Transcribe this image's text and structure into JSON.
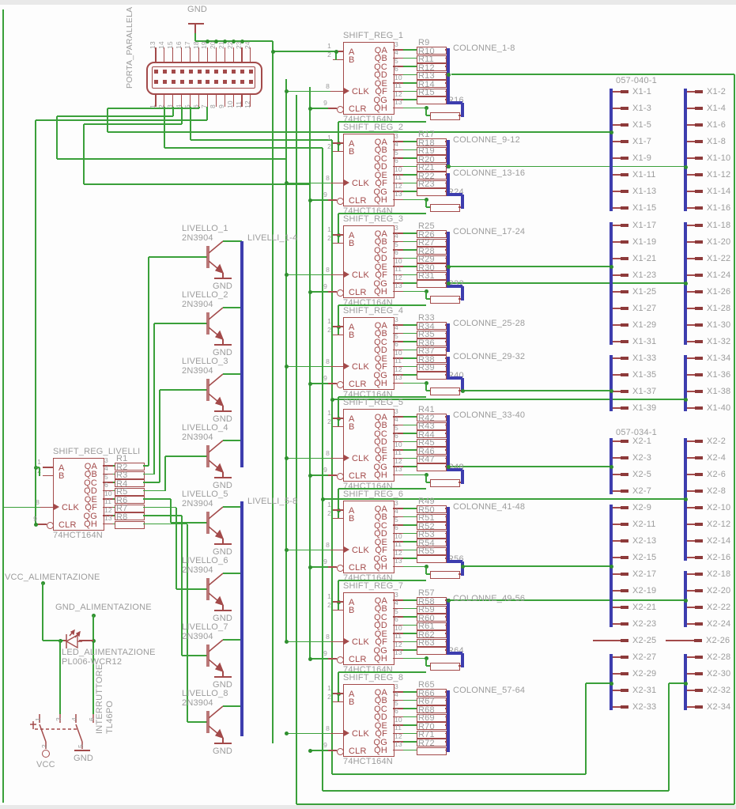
{
  "colors": {
    "wire": "#3aa03a",
    "bus": "#3d3dae",
    "part": "#a34a4a",
    "bar": "#8d3a3a",
    "label": "#9c9c9c",
    "dot": "#2f8f2f",
    "paper": "#fdfdfd"
  },
  "parallel_port": {
    "name": "PORTA_PARALLELA",
    "gnd": "GND",
    "top_pins": [
      "13",
      "14",
      "15",
      "16",
      "17",
      "18",
      "19",
      "20",
      "21",
      "22",
      "23",
      "24"
    ],
    "bottom_pins": [
      "1",
      "2",
      "3",
      "4",
      "5",
      "6",
      "7",
      "8",
      "9",
      "10",
      "11",
      "12"
    ]
  },
  "ic_part": "74HCT164N",
  "ic_pins": {
    "left": [
      {
        "num": "1",
        "name": "A"
      },
      {
        "num": "2",
        "name": "B"
      },
      {
        "num": "8",
        "name": "CLK"
      },
      {
        "num": "9",
        "name": "CLR"
      }
    ],
    "right": [
      {
        "num": "3",
        "name": "QA"
      },
      {
        "num": "4",
        "name": "QB"
      },
      {
        "num": "5",
        "name": "QC"
      },
      {
        "num": "6",
        "name": "QD"
      },
      {
        "num": "10",
        "name": "QE"
      },
      {
        "num": "11",
        "name": "QF"
      },
      {
        "num": "12",
        "name": "QG"
      },
      {
        "num": "13",
        "name": "QH"
      }
    ]
  },
  "registers": [
    {
      "title": "SHIFT_REG_1",
      "r_above": "R9",
      "r_on": [
        "R10",
        "R11",
        "R12",
        "R13",
        "R14",
        "R15"
      ],
      "r_right": "R16",
      "groups": [
        {
          "label": "COLONNE_1-8",
          "size": 8
        }
      ]
    },
    {
      "title": "SHIFT_REG_2",
      "r_above": "R17",
      "r_on": [
        "R18",
        "R19",
        "R20",
        "R21",
        "R22",
        "R23"
      ],
      "r_right": "R24",
      "groups": [
        {
          "label": "COLONNE_9-12",
          "size": 4
        },
        {
          "label": "COLONNE_13-16",
          "size": 4
        }
      ]
    },
    {
      "title": "SHIFT_REG_3",
      "r_above": "R25",
      "r_on": [
        "R26",
        "R27",
        "R28",
        "R29",
        "R30",
        "R31"
      ],
      "r_right": "R32",
      "groups": [
        {
          "label": "COLONNE_17-24",
          "size": 8
        }
      ]
    },
    {
      "title": "SHIFT_REG_4",
      "r_above": "R33",
      "r_on": [
        "R34",
        "R35",
        "R36",
        "R37",
        "R38",
        "R39"
      ],
      "r_right": "R40",
      "groups": [
        {
          "label": "COLONNE_25-28",
          "size": 4
        },
        {
          "label": "COLONNE_29-32",
          "size": 4
        }
      ]
    },
    {
      "title": "SHIFT_REG_5",
      "r_above": "R41",
      "r_on": [
        "R42",
        "R43",
        "R44",
        "R45",
        "R46",
        "R47"
      ],
      "r_right": "R48",
      "groups": [
        {
          "label": "COLONNE_33-40",
          "size": 8
        }
      ]
    },
    {
      "title": "SHIFT_REG_6",
      "r_above": "R49",
      "r_on": [
        "R50",
        "R51",
        "R52",
        "R53",
        "R54",
        "R55"
      ],
      "r_right": "R56",
      "groups": [
        {
          "label": "COLONNE_41-48",
          "size": 8
        }
      ]
    },
    {
      "title": "SHIFT_REG_7",
      "r_above": "R57",
      "r_on": [
        "R58",
        "R59",
        "R60",
        "R61",
        "R62",
        "R63"
      ],
      "r_right": "R64",
      "groups": [
        {
          "label": "COLONNE_49-56",
          "size": 8
        }
      ]
    },
    {
      "title": "SHIFT_REG_8",
      "r_above": "R65",
      "r_on": [
        "R66",
        "R67",
        "R68",
        "R69",
        "R70",
        "R71",
        "R72"
      ],
      "r_right": "",
      "groups": [
        {
          "label": "COLONNE_57-64",
          "size": 8
        }
      ]
    }
  ],
  "level_register": {
    "title": "SHIFT_REG_LIVELLI",
    "r_above": "R1",
    "r_on": [
      "R2",
      "R3",
      "R4",
      "R5",
      "R6",
      "R7",
      "R8"
    ],
    "r_right": ""
  },
  "transistors": [
    {
      "name": "LIVELLO_1",
      "part": "2N3904"
    },
    {
      "name": "LIVELLO_2",
      "part": "2N3904"
    },
    {
      "name": "LIVELLO_3",
      "part": "2N3904"
    },
    {
      "name": "LIVELLO_4",
      "part": "2N3904"
    },
    {
      "name": "LIVELLO_5",
      "part": "2N3904"
    },
    {
      "name": "LIVELLO_6",
      "part": "2N3904"
    },
    {
      "name": "LIVELLO_7",
      "part": "2N3904"
    },
    {
      "name": "LIVELLO_8",
      "part": "2N3904"
    }
  ],
  "transistor_gnd": "GND",
  "level_buses": [
    "LIVELLI_1-4",
    "LIVELLI_5-8"
  ],
  "connectors": [
    {
      "title": "057-040-1",
      "left_pins": [
        "X1-1",
        "X1-3",
        "X1-5",
        "X1-7",
        "X1-9",
        "X1-11",
        "X1-13",
        "X1-15",
        "X1-17",
        "X1-19",
        "X1-21",
        "X1-23",
        "X1-25",
        "X1-27",
        "X1-29",
        "X1-31",
        "X1-33",
        "X1-35",
        "X1-37",
        "X1-39"
      ],
      "right_pins": [
        "X1-2",
        "X1-4",
        "X1-6",
        "X1-8",
        "X1-10",
        "X1-12",
        "X1-14",
        "X1-16",
        "X1-18",
        "X1-20",
        "X1-22",
        "X1-24",
        "X1-26",
        "X1-28",
        "X1-30",
        "X1-32",
        "X1-34",
        "X1-36",
        "X1-38",
        "X1-40"
      ]
    },
    {
      "title": "057-034-1",
      "left_pins": [
        "X2-1",
        "X2-3",
        "X2-5",
        "X2-7",
        "X2-9",
        "X2-11",
        "X2-13",
        "X2-15",
        "X2-17",
        "X2-19",
        "X2-21",
        "X2-23",
        "X2-25",
        "X2-27",
        "X2-29",
        "X2-31",
        "X2-33"
      ],
      "right_pins": [
        "X2-2",
        "X2-4",
        "X2-6",
        "X2-8",
        "X2-10",
        "X2-12",
        "X2-14",
        "X2-16",
        "X2-18",
        "X2-20",
        "X2-22",
        "X2-24",
        "X2-26",
        "X2-28",
        "X2-30",
        "X2-32",
        "X2-34"
      ]
    }
  ],
  "power": {
    "vcc_net": "VCC_ALIMENTAZIONE",
    "gnd_net": "GND_ALIMENTAZIONE",
    "led": {
      "name": "LED_ALIMENTAZIONE",
      "part": "PL006-WCR12"
    },
    "switch": {
      "name": "INTERRUTTORE",
      "part": "TL46PO",
      "pins": [
        "1",
        "2",
        "3",
        "4",
        "5",
        "6"
      ]
    },
    "vcc": "VCC",
    "gnd": "GND"
  }
}
